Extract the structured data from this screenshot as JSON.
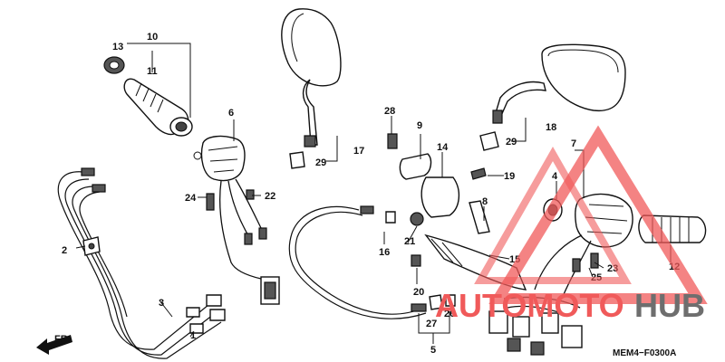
{
  "diagram": {
    "code": "MEM4−F0300A",
    "part_labels": [
      "1",
      "2",
      "3",
      "4",
      "5",
      "6",
      "7",
      "8",
      "9",
      "10",
      "11",
      "12",
      "13",
      "14",
      "15",
      "16",
      "17",
      "18",
      "19",
      "20",
      "21",
      "22",
      "23",
      "24",
      "25",
      "26",
      "27",
      "28",
      "29",
      "29"
    ],
    "front_marker": "FR."
  },
  "watermark": {
    "text_primary": "AUTOMOTO",
    "text_secondary": "HUB",
    "primary_color": "#f05a5a",
    "secondary_color": "#6e6e6e"
  }
}
